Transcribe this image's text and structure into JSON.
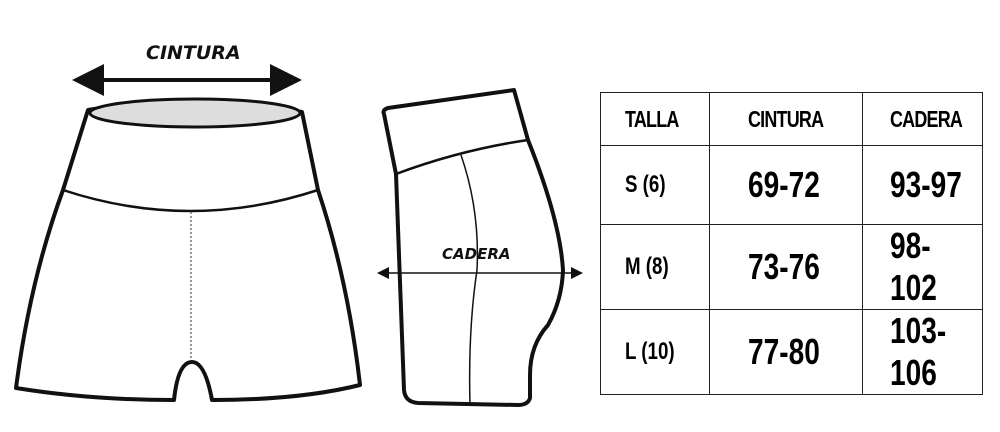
{
  "labels": {
    "waist": "CINTURA",
    "hip": "CADERA"
  },
  "table": {
    "headers": [
      "TALLA",
      "CINTURA",
      "CADERA"
    ],
    "rows": [
      {
        "size": "S (6)",
        "waist": "69-72",
        "hip": "93-97"
      },
      {
        "size": "M (8)",
        "waist": "73-76",
        "hip": "98-102"
      },
      {
        "size": "L (10)",
        "waist": "77-80",
        "hip": "103-106"
      }
    ]
  }
}
